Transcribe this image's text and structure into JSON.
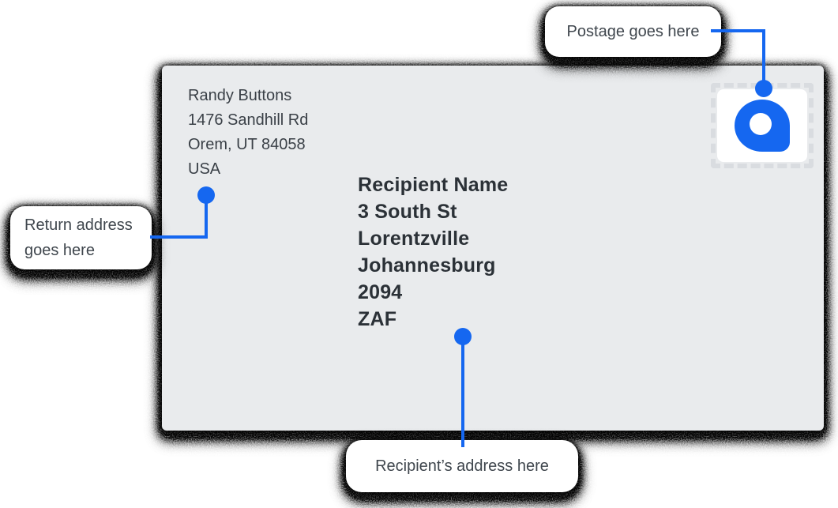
{
  "colors": {
    "accent_blue": "#1567f0",
    "envelope_bg": "#e9ebed",
    "callout_bg": "#ffffff",
    "callout_text": "#3f464d",
    "return_text": "#3a4047",
    "recipient_text": "#2b3137",
    "stamp_paper": "#ffffff",
    "perforation_gray": "#d9dce0"
  },
  "envelope": {
    "return_address": {
      "lines": [
        "Randy Buttons",
        "1476 Sandhill Rd",
        "Orem, UT 84058",
        "USA"
      ]
    },
    "recipient_address": {
      "lines": [
        "Recipient Name",
        "3 South St",
        "Lorentzville",
        "Johannesburg",
        "2094",
        "ZAF"
      ]
    },
    "stamp": {
      "icon": "postage-logo-icon"
    }
  },
  "callouts": {
    "postage": {
      "label": "Postage goes here"
    },
    "return": {
      "label": "Return address goes here"
    },
    "recipient": {
      "label": "Recipient’s address here"
    }
  }
}
